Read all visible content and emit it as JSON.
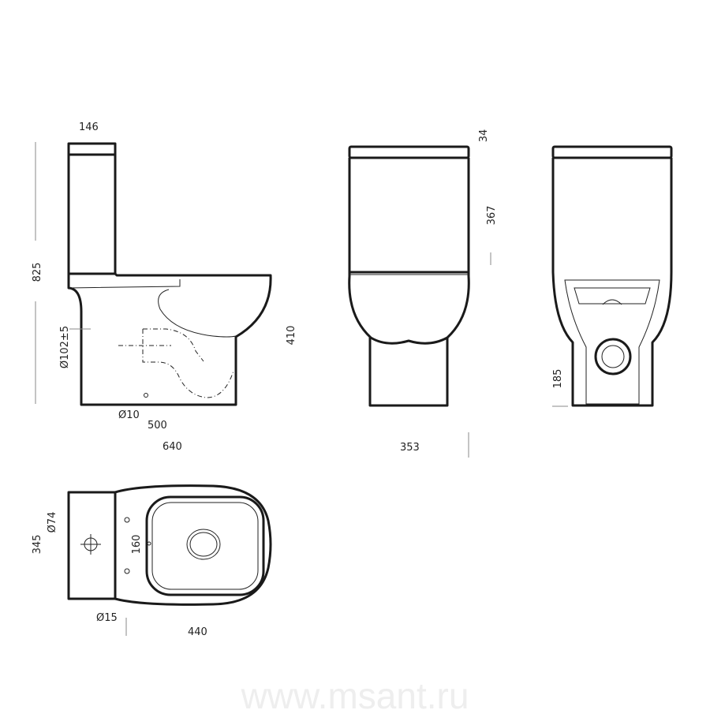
{
  "side_view": {
    "d_146": "146",
    "d_825": "825",
    "d_102": "Ø102±5",
    "d_410": "410",
    "d_10": "Ø10",
    "d_500": "500",
    "d_640": "640"
  },
  "front_view": {
    "d_34": "34",
    "d_367": "367",
    "d_353": "353"
  },
  "back_view": {
    "d_185": "185"
  },
  "top_view": {
    "d_345": "345",
    "d_74": "Ø74",
    "d_160": "160",
    "d_15": "Ø15",
    "d_440": "440"
  },
  "watermark": "www.msant.ru"
}
